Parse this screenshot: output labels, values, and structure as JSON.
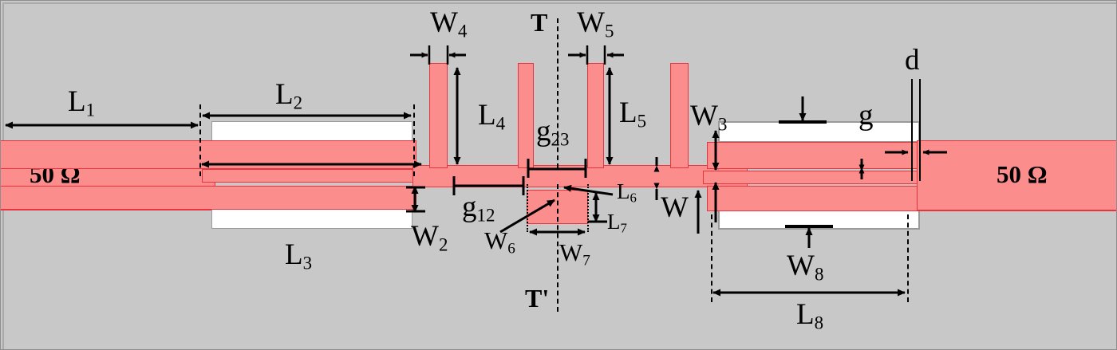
{
  "figure": {
    "type": "microstrip-filter-layout-diagram",
    "background_color": "#c8c8c8",
    "copper_color": "#fb8d8d",
    "copper_outline_color": "#e8343c",
    "etched_color": "#ffffff"
  },
  "ports": {
    "left_label": "50 Ω",
    "right_label": "50 Ω"
  },
  "reference_planes": {
    "top_label": "T",
    "bottom_label": "T'"
  },
  "dimensions": {
    "L1": {
      "base": "L",
      "sub": "1"
    },
    "L2": {
      "base": "L",
      "sub": "2"
    },
    "L3": {
      "base": "L",
      "sub": "3"
    },
    "L4": {
      "base": "L",
      "sub": "4"
    },
    "L5": {
      "base": "L",
      "sub": "5"
    },
    "L6": {
      "base": "L",
      "sub": "6"
    },
    "L7": {
      "base": "L",
      "sub": "7"
    },
    "L8": {
      "base": "L",
      "sub": "8"
    },
    "W": {
      "base": "W",
      "sub": ""
    },
    "W2": {
      "base": "W",
      "sub": "2"
    },
    "W3": {
      "base": "W",
      "sub": "3"
    },
    "W4": {
      "base": "W",
      "sub": "4"
    },
    "W5": {
      "base": "W",
      "sub": "5"
    },
    "W6": {
      "base": "W",
      "sub": "6"
    },
    "W7": {
      "base": "W",
      "sub": "7"
    },
    "W8": {
      "base": "W",
      "sub": "8"
    },
    "g": {
      "base": "g",
      "sub": ""
    },
    "g12": {
      "base": "g",
      "sub": "12"
    },
    "g23": {
      "base": "g",
      "sub": "23"
    },
    "d": {
      "base": "d",
      "sub": ""
    }
  }
}
